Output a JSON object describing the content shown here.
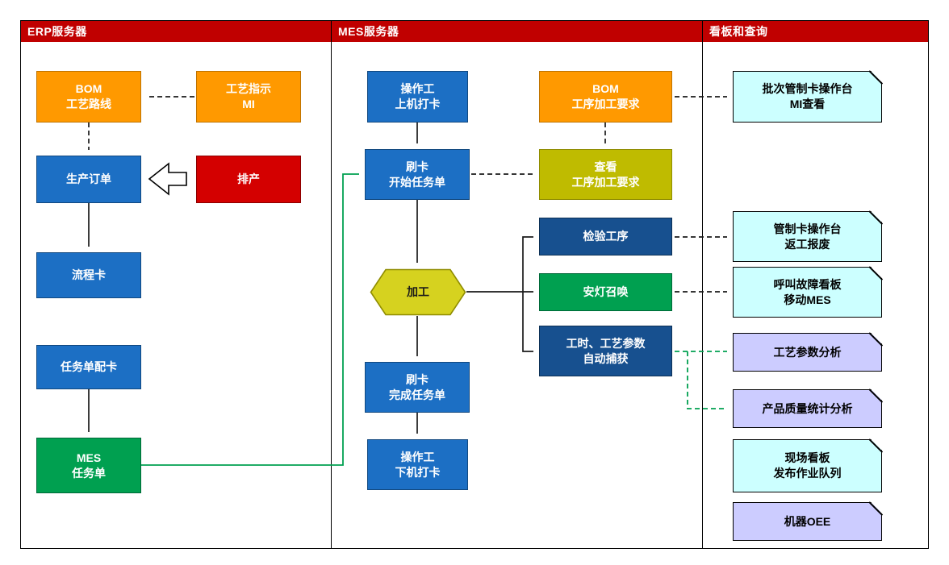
{
  "diagram": {
    "lanes": [
      {
        "title": "ERP服务器"
      },
      {
        "title": "MES服务器"
      },
      {
        "title": "看板和查询"
      }
    ]
  },
  "nodes": {
    "bom_route": {
      "lines": [
        "BOM",
        "工艺路线"
      ]
    },
    "mi": {
      "lines": [
        "工艺指示",
        "MI"
      ]
    },
    "production_order": {
      "lines": [
        "生产订单"
      ]
    },
    "scheduling": {
      "lines": [
        "排产"
      ]
    },
    "flow_card": {
      "lines": [
        "流程卡"
      ]
    },
    "task_card_assign": {
      "lines": [
        "任务单配卡"
      ]
    },
    "mes_task": {
      "lines": [
        "MES",
        "任务单"
      ]
    },
    "clock_in": {
      "lines": [
        "操作工",
        "上机打卡"
      ]
    },
    "swipe_start": {
      "lines": [
        "刷卡",
        "开始任务单"
      ]
    },
    "bom_req": {
      "lines": [
        "BOM",
        "工序加工要求"
      ]
    },
    "view_req": {
      "lines": [
        "查看",
        "工序加工要求"
      ]
    },
    "processing": {
      "lines": [
        "加工"
      ]
    },
    "inspection": {
      "lines": [
        "检验工序"
      ]
    },
    "andon": {
      "lines": [
        "安灯召唤"
      ]
    },
    "auto_capture": {
      "lines": [
        "工时、工艺参数",
        "自动捕获"
      ]
    },
    "swipe_finish": {
      "lines": [
        "刷卡",
        "完成任务单"
      ]
    },
    "clock_out": {
      "lines": [
        "操作工",
        "下机打卡"
      ]
    },
    "note_batch_mi": {
      "lines": [
        "批次管制卡操作台",
        "MI查看"
      ]
    },
    "note_rework": {
      "lines": [
        "管制卡操作台",
        "返工报废"
      ]
    },
    "note_fault": {
      "lines": [
        "呼叫故障看板",
        "移动MES"
      ]
    },
    "note_param_analysis": {
      "lines": [
        "工艺参数分析"
      ]
    },
    "note_quality": {
      "lines": [
        "产品质量统计分析"
      ]
    },
    "note_site_board": {
      "lines": [
        "现场看板",
        "发布作业队列"
      ]
    },
    "note_oee": {
      "lines": [
        "机器OEE"
      ]
    }
  },
  "colors": {
    "lane_header": "#C00000",
    "orange": "#FF9900",
    "blue": "#1C6FC4",
    "dark_blue": "#17508F",
    "red": "#D40000",
    "green": "#00A050",
    "olive": "#BFBB00",
    "hex_yellow": "#D6D21F",
    "note_cyan": "#CCFFFF",
    "note_purple": "#CCCCFF",
    "connector_black": "#1a1a1a",
    "connector_green": "#00A050"
  }
}
